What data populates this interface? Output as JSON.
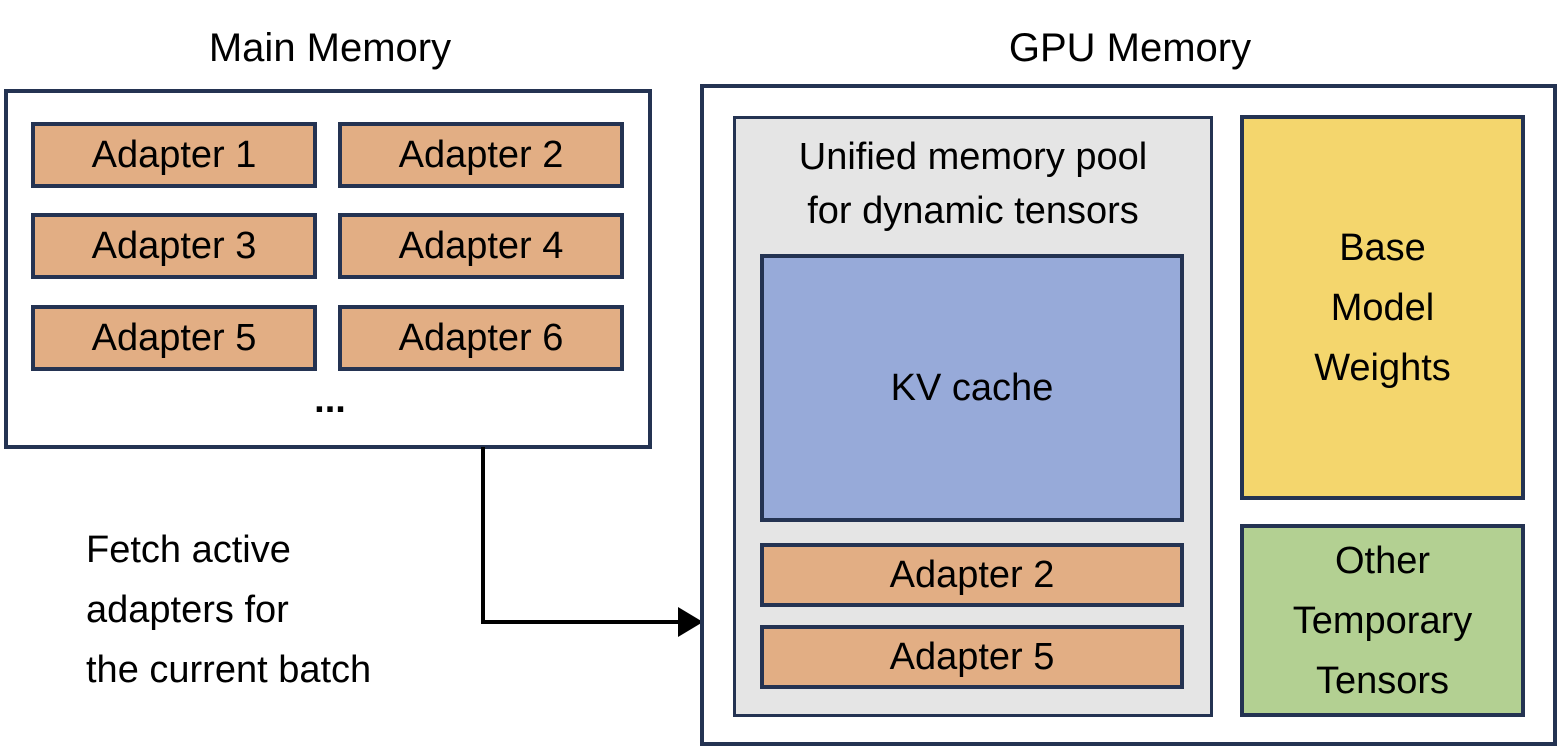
{
  "main_memory": {
    "title": "Main Memory",
    "adapters": [
      "Adapter 1",
      "Adapter 2",
      "Adapter 3",
      "Adapter 4",
      "Adapter 5",
      "Adapter 6"
    ],
    "ellipsis": "..."
  },
  "gpu_memory": {
    "title": "GPU Memory",
    "pool": {
      "title_line1": "Unified memory pool",
      "title_line2": "for dynamic tensors",
      "kv_cache": "KV cache",
      "adapters": [
        "Adapter 2",
        "Adapter 5"
      ]
    },
    "base_weights": [
      "Base",
      "Model",
      "Weights"
    ],
    "temp_tensors": [
      "Other",
      "Temporary",
      "Tensors"
    ]
  },
  "arrow_label": [
    "Fetch active",
    "adapters for",
    "the current batch"
  ],
  "colors": {
    "border": "#243352",
    "adapter": "#e2ae84",
    "pool": "#e5e5e5",
    "kv_cache": "#97aad9",
    "base_weights": "#f4d66d",
    "temp_tensors": "#b3d092"
  }
}
